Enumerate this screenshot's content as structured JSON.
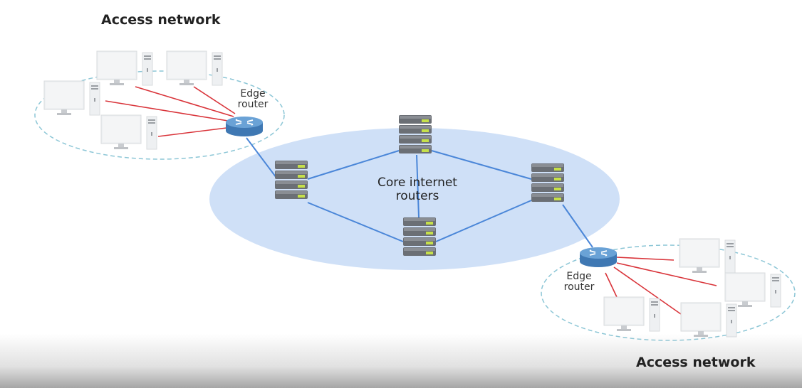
{
  "headings": {
    "access_top": "Access network",
    "access_bottom": "Access network"
  },
  "labels": {
    "edge_top_line1": "Edge",
    "edge_top_line2": "router",
    "edge_bottom_line1": "Edge",
    "edge_bottom_line2": "router",
    "core_line1": "Core internet",
    "core_line2": "routers"
  },
  "colors": {
    "core_region": "#cfe0f7",
    "access_border": "#8cc6d6",
    "core_link": "#4a86d8",
    "access_link": "#d9343a",
    "router": "#5b93c9",
    "server_body": "#6b6f75",
    "server_led": "#c6e04a",
    "computer": "#eef0f2"
  },
  "icons": {
    "edge_router": "edge-router-icon",
    "core_router": "server-stack-icon",
    "computer": "desktop-computer-icon"
  }
}
